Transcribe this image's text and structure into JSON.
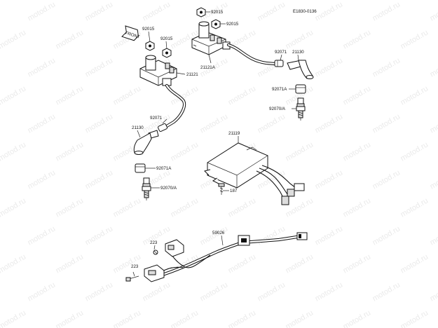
{
  "diagram_code": "E1830-0136",
  "front_label": "FRONT",
  "watermark": "motod.ru",
  "part_numbers": {
    "nut_top_a": "92015",
    "nut_top_b": "92015",
    "nut_left_a": "92015",
    "nut_left_b": "92015",
    "coil_right": "21121A",
    "coil_left": "21121",
    "cap_seal_right": "92071",
    "cap_right": "21130",
    "cap_seal_right_a": "92071A",
    "plug_right": "92070/A",
    "cap_seal_left": "92071",
    "cap_left": "21130",
    "cap_seal_left_a": "92071A",
    "plug_left": "92070/A",
    "igniter": "21119",
    "bolt_igniter": "187",
    "harness": "59026",
    "screw_a": "223",
    "screw_b": "223"
  }
}
